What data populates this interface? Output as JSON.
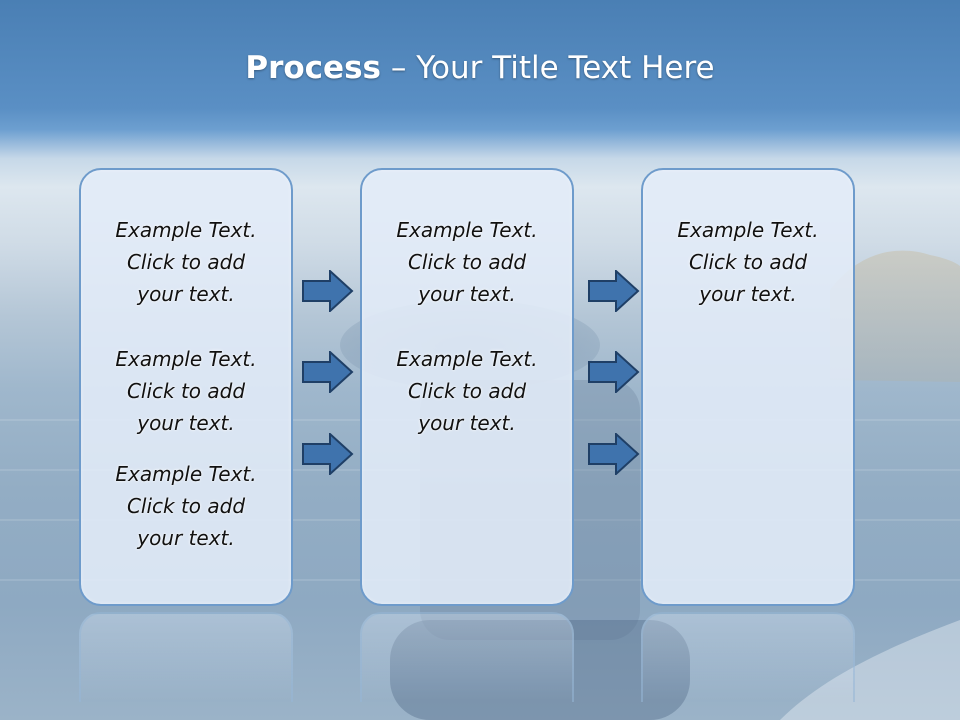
{
  "title": {
    "bold": "Process",
    "rest": " – Your Title Text Here"
  },
  "columns": [
    {
      "items": [
        [
          "Example Text.",
          "Click  to add",
          "your text."
        ],
        [
          "Example Text.",
          "Click  to add",
          "your text."
        ],
        [
          "Example Text.",
          "Click  to add",
          "your text."
        ]
      ]
    },
    {
      "items": [
        [
          "Example Text.",
          "Click  to add",
          "your text."
        ],
        [
          "Example Text.",
          "Click  to add",
          "your text."
        ]
      ]
    },
    {
      "items": [
        [
          "Example Text.",
          "Click  to add",
          "your text."
        ]
      ]
    }
  ],
  "colors": {
    "arrow_fill": "#3f73ad",
    "arrow_stroke": "#1f3f66",
    "box_border": "#6e9bcb"
  },
  "icons": [
    "right-arrow-icon"
  ]
}
